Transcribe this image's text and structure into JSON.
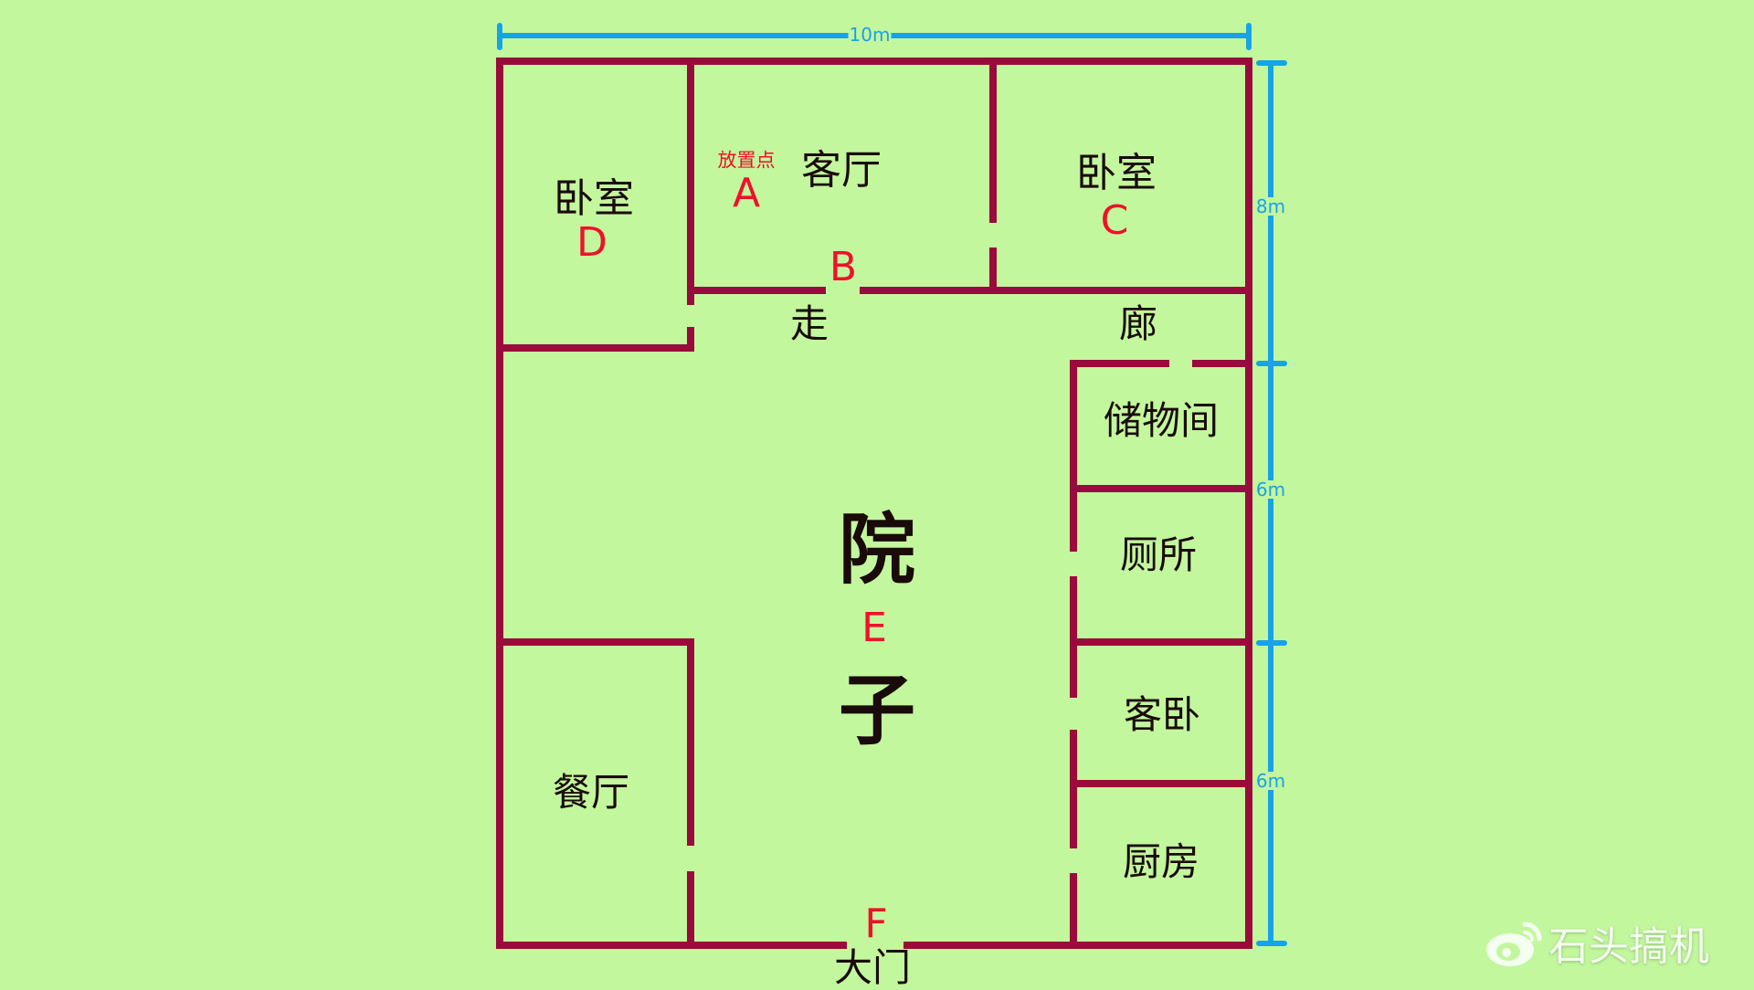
{
  "colors": {
    "background": "#c3f79d",
    "wall": "#9a0a3c",
    "dimension": "#17a3e8",
    "marker": "#f0102a",
    "text": "#1a0a0a"
  },
  "dimensions": {
    "width": "10m",
    "height_top": "8m",
    "height_mid": "6m",
    "height_bottom": "6m"
  },
  "rooms": {
    "bedroom_d": "卧室",
    "living_room": "客厅",
    "bedroom_c": "卧室",
    "corridor_1": "走",
    "corridor_2": "廊",
    "storage": "储物间",
    "toilet": "厕所",
    "guest_room": "客卧",
    "kitchen": "厨房",
    "dining": "餐厅",
    "yard_1": "院",
    "yard_2": "子",
    "main_gate": "大门"
  },
  "markers": {
    "placement_note": "放置点",
    "a": "A",
    "b": "B",
    "c": "C",
    "d": "D",
    "e": "E",
    "f": "F"
  },
  "watermark": {
    "icon": "weibo-icon",
    "text": "石头搞机"
  }
}
